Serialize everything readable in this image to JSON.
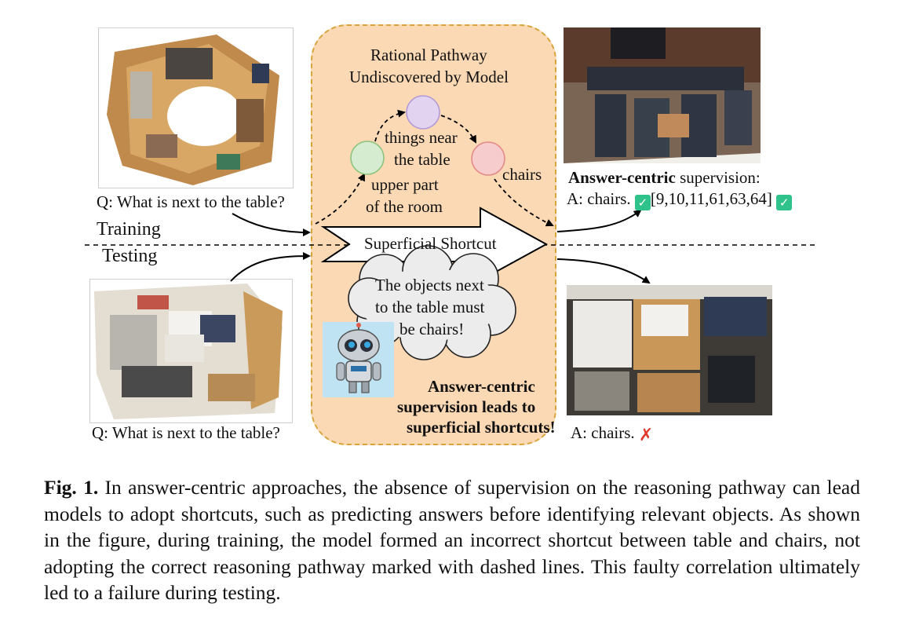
{
  "panel": {
    "title_line1": "Rational Pathway",
    "title_line2": "Undiscovered by Model",
    "node_green_label_1": "upper part",
    "node_green_label_2": "of the room",
    "node_purple_label_1": "things near",
    "node_purple_label_2": "the table",
    "node_red_label": "chairs",
    "shortcut_label": "Superficial Shortcut",
    "thought_line1": "The objects next",
    "thought_line2": "to the table must",
    "thought_line3": "be chairs!",
    "bold_note_line1": "Answer-centric",
    "bold_note_line2": "supervision leads to",
    "bold_note_line3": "superficial shortcuts!"
  },
  "left": {
    "question_train": "Q: What is next to the table?",
    "question_test": "Q: What is next to the table?",
    "training_label": "Training",
    "testing_label": "Testing"
  },
  "right": {
    "supervision_bold": "Answer-centric",
    "supervision_rest": " supervision:",
    "answer_train_prefix": "A: chairs.",
    "answer_train_ids": "[9,10,11,61,63,64]",
    "answer_test": "A: chairs."
  },
  "caption": {
    "label": "Fig. 1.",
    "text": " In answer-centric approaches, the absence of supervision on the reasoning pathway can lead models to adopt shortcuts, such as predicting answers before identifying relevant objects. As shown in the figure, during training, the model formed an incorrect shortcut between table and chairs, not adopting the correct reasoning pathway marked with dashed lines. This faulty correlation ultimately led to a failure during testing."
  },
  "icons": {
    "check": "check-icon",
    "cross": "cross-icon",
    "robot": "robot-icon"
  },
  "colors": {
    "panel_fill": "#fbd9b5",
    "panel_border": "#d6a43a",
    "node_green": "#d6ecd0",
    "node_purple": "#e2d4f1",
    "node_red": "#f7cccc",
    "check_green": "#2fc28a",
    "cross_red": "#e23a2a"
  }
}
